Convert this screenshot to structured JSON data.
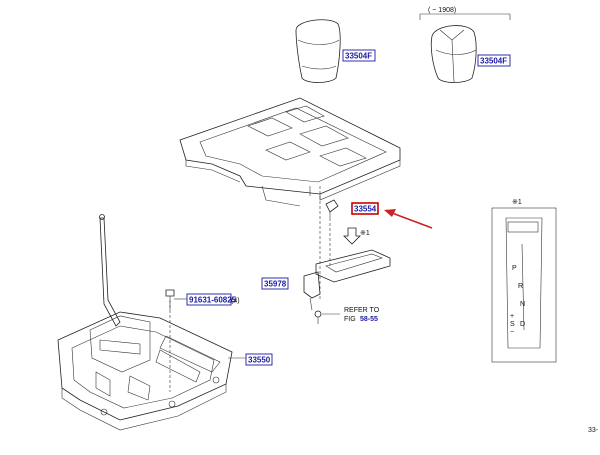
{
  "parts": {
    "knob_a": "33504F",
    "knob_b": "33504F",
    "clip": "33554",
    "bracket": "35978",
    "bolt": "91631-60825",
    "bolt_qty": "(4)",
    "shifter": "33550"
  },
  "date_note": "(      ~ 1908)",
  "footnote_mark_a": "※1",
  "footnote_mark_b": "※1",
  "refer": {
    "line1": "REFER TO",
    "fig_prefix": "FIG",
    "fig_number": "58-55"
  },
  "gate": {
    "positions": [
      "P",
      "R",
      "N",
      "D"
    ],
    "sub": [
      "+",
      "S",
      "−"
    ]
  },
  "page_code": "33-",
  "colors": {
    "label": "#1a1aa6",
    "highlight": "#cc0000",
    "arrow": "#cc2222",
    "line": "#222222"
  }
}
